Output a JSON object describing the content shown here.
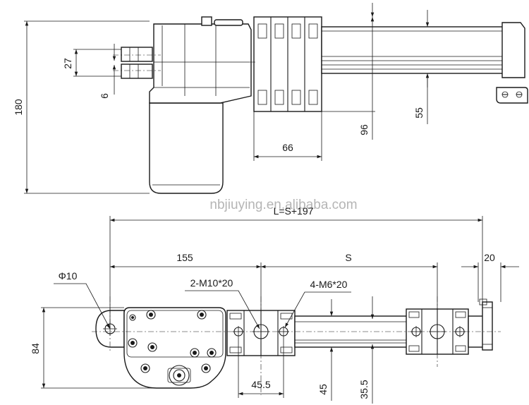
{
  "watermark": "nbjiuying.en.alibaba.com",
  "top_view": {
    "dim_height": "180",
    "dim_27": "27",
    "dim_6": "6",
    "dim_66": "66",
    "dim_96": "96",
    "dim_55": "55"
  },
  "bottom_view": {
    "dim_total": "L=S+197",
    "dim_155": "155",
    "dim_stroke": "S",
    "dim_20": "20",
    "dim_phi10": "Φ10",
    "label_m10": "2-M10*20",
    "label_m6": "4-M6*20",
    "dim_84": "84",
    "dim_45_5": "45.5",
    "dim_45": "45",
    "dim_35_5": "35.5"
  }
}
